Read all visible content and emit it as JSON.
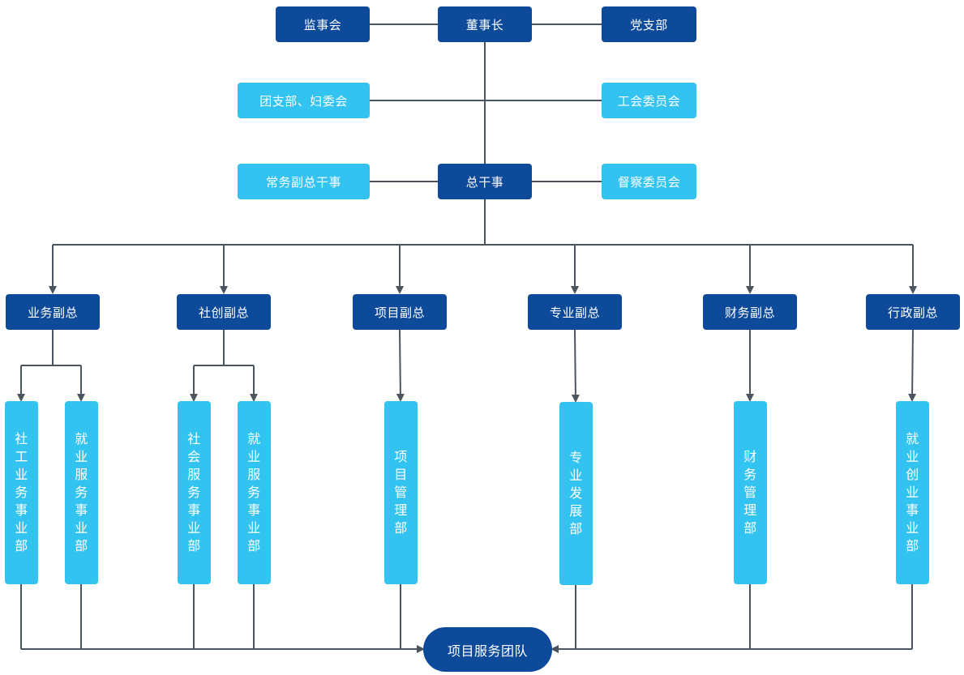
{
  "top": {
    "supervisory_board": "监事会",
    "chairman": "董事长",
    "party_branch": "党支部"
  },
  "middle": {
    "youth_women": "团支部、妇委会",
    "union": "工会委员会",
    "exec_deputy": "常务副总干事",
    "director_general": "总干事",
    "oversight": "督察委员会"
  },
  "deputies": [
    "业务副总",
    "社创副总",
    "项目副总",
    "专业副总",
    "财务副总",
    "行政副总"
  ],
  "departments": [
    "社工业务事业部",
    "就业服务事业部",
    "社会服务事业部",
    "就业服务事业部",
    "项目管理部",
    "专业发展部",
    "财务管理部",
    "就业创业事业部"
  ],
  "team": "项目服务团队",
  "colors": {
    "dark": "#0d4a9a",
    "light": "#33c3f0",
    "line": "#4a5560"
  }
}
